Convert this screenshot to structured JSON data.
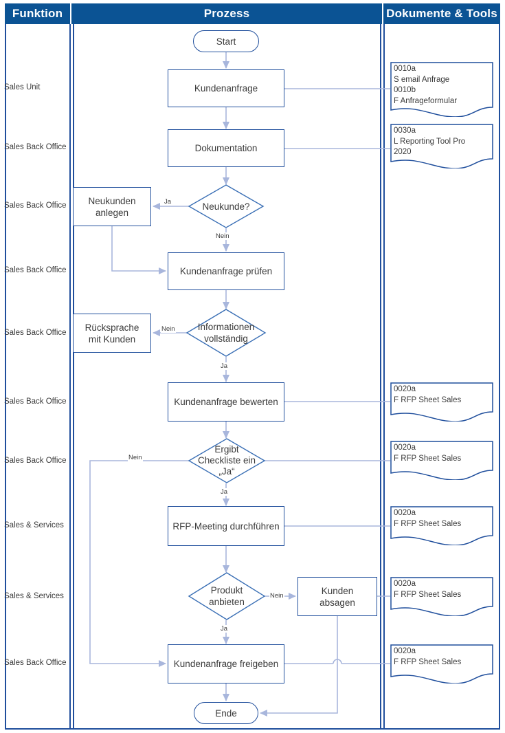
{
  "colors": {
    "header_bg": "#0B5394",
    "header_text": "#FFFFFF",
    "shape_border": "#1F4E9C",
    "connector": "#A8B6DC",
    "text": "#3A3A3A"
  },
  "header": {
    "columns": [
      {
        "label": "Funktion"
      },
      {
        "label": "Prozess"
      },
      {
        "label": "Dokumente & Tools"
      }
    ]
  },
  "function_lane": {
    "labels": [
      {
        "label": "Sales Unit"
      },
      {
        "label": "Sales Back Office"
      },
      {
        "label": "Sales Back Office"
      },
      {
        "label": "Sales Back Office"
      },
      {
        "label": "Sales Back Office"
      },
      {
        "label": "Sales Back Office"
      },
      {
        "label": "Sales Back Office"
      },
      {
        "label": "Sales & Services"
      },
      {
        "label": "Sales & Services"
      },
      {
        "label": "Sales Back Office"
      }
    ]
  },
  "process_lane": {
    "nodes": [
      {
        "id": "start",
        "type": "terminator",
        "label": "Start"
      },
      {
        "id": "anfrage",
        "type": "process",
        "label": "Kundenanfrage"
      },
      {
        "id": "dokumentation",
        "type": "process",
        "label": "Dokumentation"
      },
      {
        "id": "neukunde",
        "type": "decision",
        "label": "Neukunde?"
      },
      {
        "id": "neukunden_anlegen",
        "type": "process",
        "label": "Neukunden anlegen"
      },
      {
        "id": "anfrage_pruefen",
        "type": "process",
        "label": "Kundenanfrage prüfen"
      },
      {
        "id": "informationen",
        "type": "decision",
        "label": "Informationen vollständig"
      },
      {
        "id": "ruecksprache",
        "type": "process",
        "label": "Rücksprache mit Kunden"
      },
      {
        "id": "anfrage_bewerten",
        "type": "process",
        "label": "Kundenanfrage bewerten"
      },
      {
        "id": "checkliste",
        "type": "decision",
        "label": "Ergibt Checkliste ein „Ja“"
      },
      {
        "id": "rfp_meeting",
        "type": "process",
        "label": "RFP-Meeting durchführen"
      },
      {
        "id": "produkt",
        "type": "decision",
        "label": "Produkt anbieten"
      },
      {
        "id": "kunden_absagen",
        "type": "process",
        "label": "Kunden absagen"
      },
      {
        "id": "anfrage_freigeben",
        "type": "process",
        "label": "Kundenanfrage freigeben"
      },
      {
        "id": "ende",
        "type": "terminator",
        "label": "Ende"
      }
    ],
    "edge_labels": [
      {
        "id": "neukunde_ja",
        "label": "Ja"
      },
      {
        "id": "neukunde_nein",
        "label": "Nein"
      },
      {
        "id": "info_nein",
        "label": "Nein"
      },
      {
        "id": "info_ja",
        "label": "Ja"
      },
      {
        "id": "checkliste_nein",
        "label": "Nein"
      },
      {
        "id": "checkliste_ja",
        "label": "Ja"
      },
      {
        "id": "produkt_nein",
        "label": "Nein"
      },
      {
        "id": "produkt_ja",
        "label": "Ja"
      }
    ]
  },
  "documents_lane": {
    "documents": [
      {
        "id": "doc1",
        "text": "0010a\n S email Anfrage\n0010b\nF Anfrageformular"
      },
      {
        "id": "doc2",
        "text": "0030a\nL Reporting Tool Pro\n2020"
      },
      {
        "id": "doc3",
        "text": "0020a\nF RFP Sheet Sales"
      },
      {
        "id": "doc4",
        "text": "0020a\nF RFP Sheet Sales"
      },
      {
        "id": "doc5",
        "text": "0020a\nF RFP Sheet Sales"
      },
      {
        "id": "doc6",
        "text": "0020a\nF RFP Sheet Sales"
      },
      {
        "id": "doc7",
        "text": "0020a\nF RFP Sheet Sales"
      }
    ]
  }
}
